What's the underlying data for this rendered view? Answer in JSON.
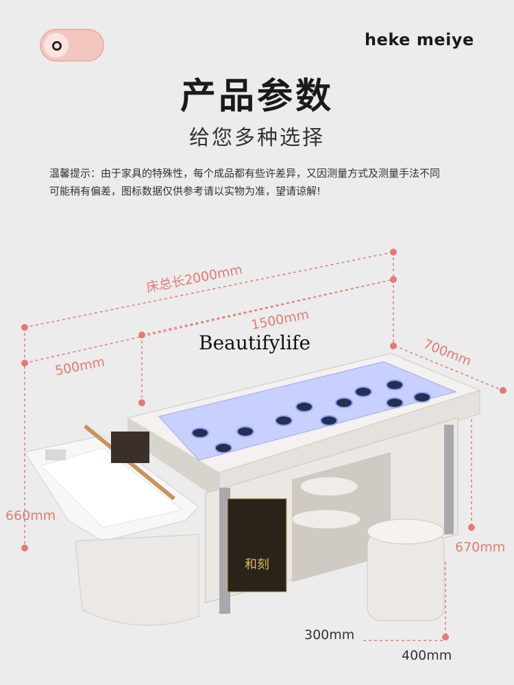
{
  "brand": "heke meiye",
  "title": "产品参数",
  "subtitle": "给您多种选择",
  "notice_lines": [
    "温馨提示：由于家具的特殊性，每个成品都有些许差异，又因测量方式及测量手法不同",
    "可能稍有偏差，图标数据仅供参考请以实物为准，望请谅解!"
  ],
  "watermark": "Beautifylife",
  "dimensions": {
    "total_length": "床总长2000mm",
    "bed_length": "1500mm",
    "basin_length": "500mm",
    "width": "700mm",
    "basin_height": "660mm",
    "bed_height": "670mm",
    "stool_height": "300mm",
    "stool_width": "400mm"
  },
  "panel_label": "和刻",
  "colors": {
    "dimension": "#e47a72",
    "accent": "#f3c7c0"
  }
}
